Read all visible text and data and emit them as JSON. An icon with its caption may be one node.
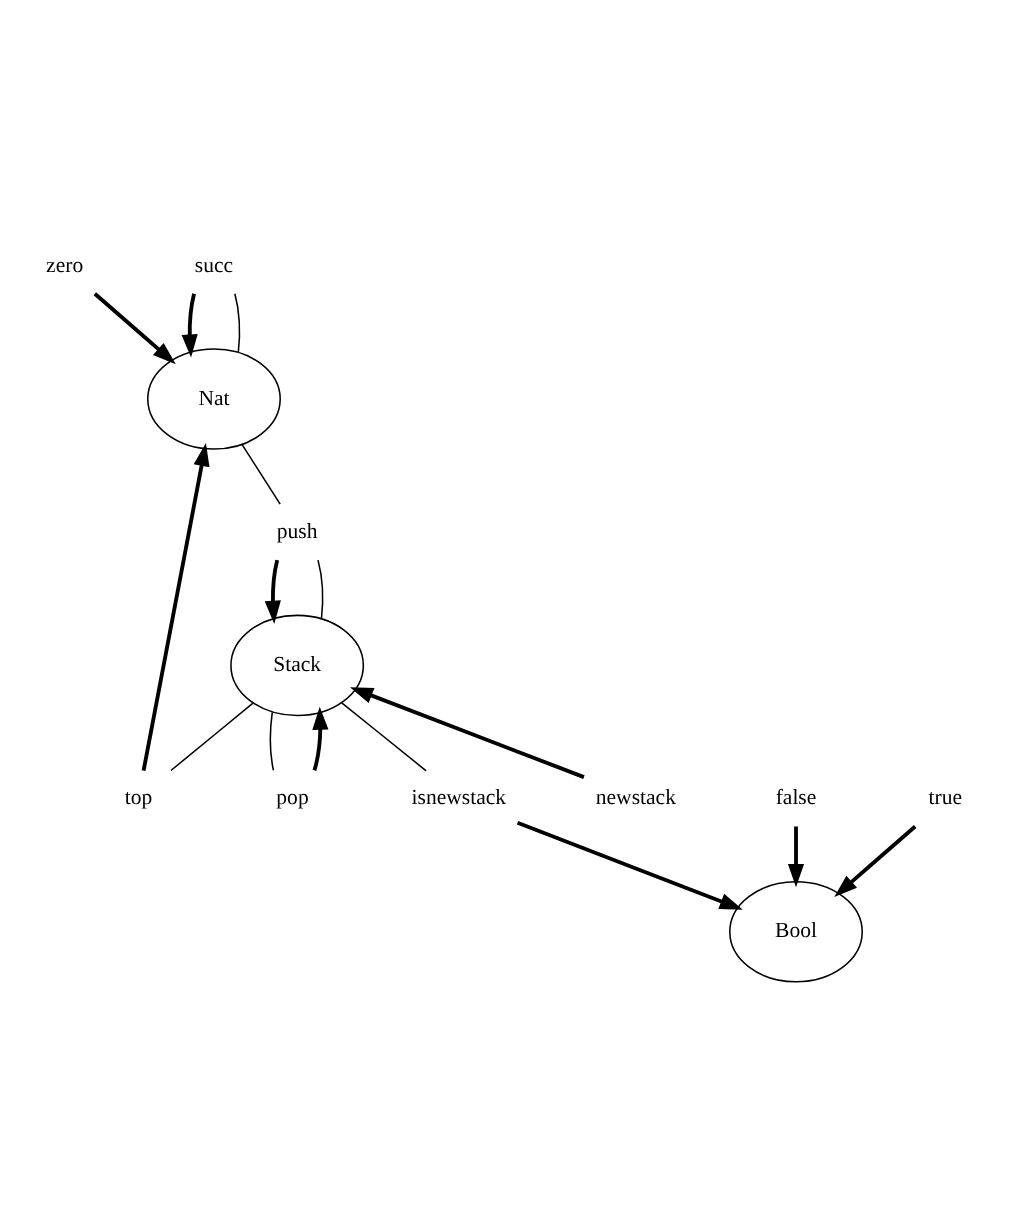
{
  "diagram": {
    "nodes": [
      {
        "text": [
          "zero"
        ]
      },
      {
        "text": [
          "Nat"
        ]
      },
      {
        "text": [
          "succ"
        ]
      },
      {
        "text": [
          "top"
        ]
      },
      {
        "text": [
          "push"
        ]
      },
      {
        "text": [
          "Stack"
        ]
      },
      {
        "text": [
          "newstack"
        ]
      },
      {
        "text": [
          "pop"
        ]
      },
      {
        "text": [
          "isnewstack"
        ]
      },
      {
        "text": [
          "Bool"
        ]
      },
      {
        "text": [
          "false"
        ]
      },
      {
        "text": [
          "true"
        ]
      }
    ],
    "edges": [
      {
        "from": 0,
        "to": 1,
        "arrow": "to"
      },
      {
        "from": 1,
        "to": 2,
        "arrow": "none"
      },
      {
        "from": 2,
        "to": 1,
        "arrow": "to"
      },
      {
        "from": 5,
        "to": 3,
        "arrow": "none"
      },
      {
        "from": 3,
        "to": 1,
        "arrow": "to"
      },
      {
        "from": 1,
        "to": 4,
        "arrow": "none"
      },
      {
        "from": 5,
        "to": 4,
        "arrow": "none"
      },
      {
        "from": 4,
        "to": 5,
        "arrow": "to"
      },
      {
        "from": 6,
        "to": 5,
        "arrow": "to"
      },
      {
        "from": 5,
        "to": 7,
        "arrow": "none"
      },
      {
        "from": 7,
        "to": 5,
        "arrow": "to"
      },
      {
        "from": 5,
        "to": 8,
        "arrow": "none"
      },
      {
        "from": 8,
        "to": 9,
        "arrow": "to"
      },
      {
        "from": 10,
        "to": 9,
        "arrow": "to"
      },
      {
        "from": 11,
        "to": 9,
        "arrow": "to"
      }
    ]
  }
}
